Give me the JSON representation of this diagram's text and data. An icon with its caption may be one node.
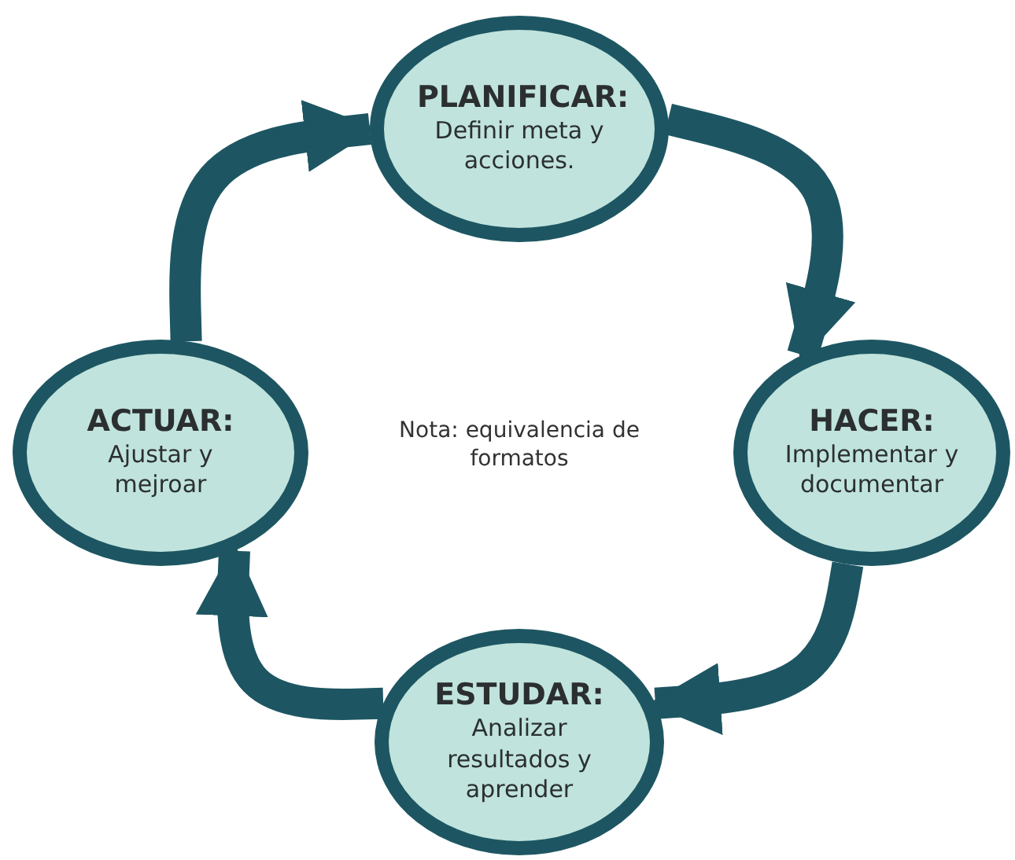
{
  "diagram": {
    "nodes": [
      {
        "text": [
          "PLANIFICAR:",
          "Definir meta y acciones."
        ]
      },
      {
        "text": [
          "HACER:",
          "Implementar y documentar"
        ]
      },
      {
        "text": [
          "ESTUDAR:",
          "Analizar resultados y aprender"
        ]
      },
      {
        "text": [
          "ACTUAR:",
          "Ajustar y mejroar"
        ]
      }
    ],
    "edges": [
      {
        "from": 0,
        "to": 1,
        "arrow": "to"
      },
      {
        "from": 1,
        "to": 2,
        "arrow": "to"
      },
      {
        "from": 2,
        "to": 3,
        "arrow": "to"
      },
      {
        "from": 3,
        "to": 0,
        "arrow": "to"
      }
    ],
    "labels": [
      "Nota: equivalencia de formatos"
    ]
  }
}
